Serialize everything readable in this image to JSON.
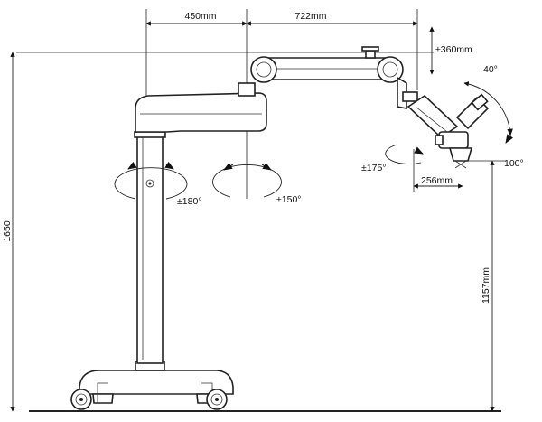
{
  "dimensions": {
    "total_height": "1650",
    "column_reach": "450mm",
    "arm_reach": "722mm",
    "vertical_travel": "±360mm",
    "head_offset": "256mm",
    "focus_height": "1157mm"
  },
  "rotations": {
    "column": "±180°",
    "arm": "±150°",
    "head_pivot": "±175°",
    "tilt_up": "40°",
    "tilt_down": "100°"
  },
  "colors": {
    "line": "#222222",
    "background": "#ffffff"
  }
}
